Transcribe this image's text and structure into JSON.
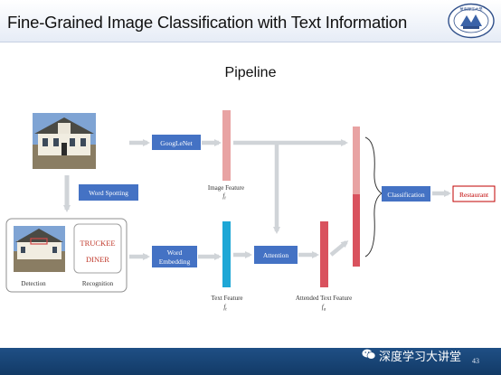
{
  "slide": {
    "title": "Fine-Grained Image Classification with Text Information",
    "subtitle": "Pipeline",
    "page_number": "43",
    "watermark": "深度学习大讲堂",
    "logo_text": "華南理工大學"
  },
  "diagram": {
    "nodes": {
      "googlenet": "GoogLeNet",
      "word_spotting": "Word Spotting",
      "word_embedding_1": "Word",
      "word_embedding_2": "Embedding",
      "attention": "Attention",
      "classification": "Classification",
      "result": "Restaurant"
    },
    "photo_panel": {
      "sign_line1": "TRUCKEE",
      "sign_line2": "DINER",
      "detection_label": "Detection",
      "recognition_label": "Recognition"
    },
    "features": {
      "image_feature_label": "Image Feature",
      "image_feature_symbol": "f",
      "image_feature_sub": "i",
      "text_feature_label": "Text Feature",
      "text_feature_symbol": "f",
      "text_feature_sub": "t",
      "attended_label": "Attended Text Feature",
      "attended_symbol": "f",
      "attended_sub": "a"
    },
    "colors": {
      "node_blue": "#4472c4",
      "image_feature": "#e8a3a3",
      "text_feature": "#1ea7d6",
      "attended_feature": "#d9525e",
      "result_border": "#c00000",
      "result_text": "#c00000"
    }
  }
}
